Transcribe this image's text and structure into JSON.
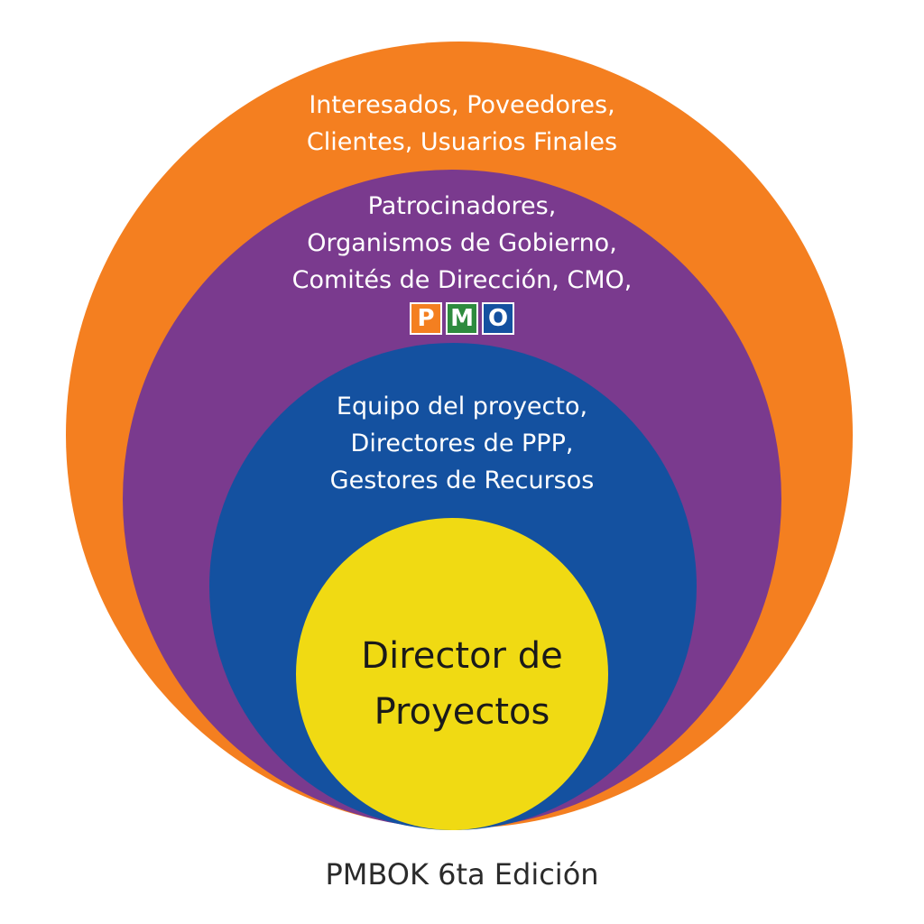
{
  "colors": {
    "outer": "#F47F20",
    "purple": "#7A3A8E",
    "blue": "#1451A0",
    "core": "#F0DA13",
    "pmo_p": "#F47F20",
    "pmo_m": "#2E8B3E",
    "pmo_o": "#1451A0"
  },
  "rings": {
    "outer": [
      "Interesados, Poveedores,",
      "Clientes, Usuarios Finales"
    ],
    "purple": [
      "Patrocinadores,",
      "Organismos de Gobierno,",
      "Comités de Dirección, CMO,"
    ],
    "blue": [
      "Equipo del proyecto,",
      "Directores de PPP,",
      "Gestores de Recursos"
    ],
    "core": [
      "Director de",
      "Proyectos"
    ]
  },
  "pmo_logo": [
    "P",
    "M",
    "O"
  ],
  "caption": "PMBOK 6ta Edición"
}
